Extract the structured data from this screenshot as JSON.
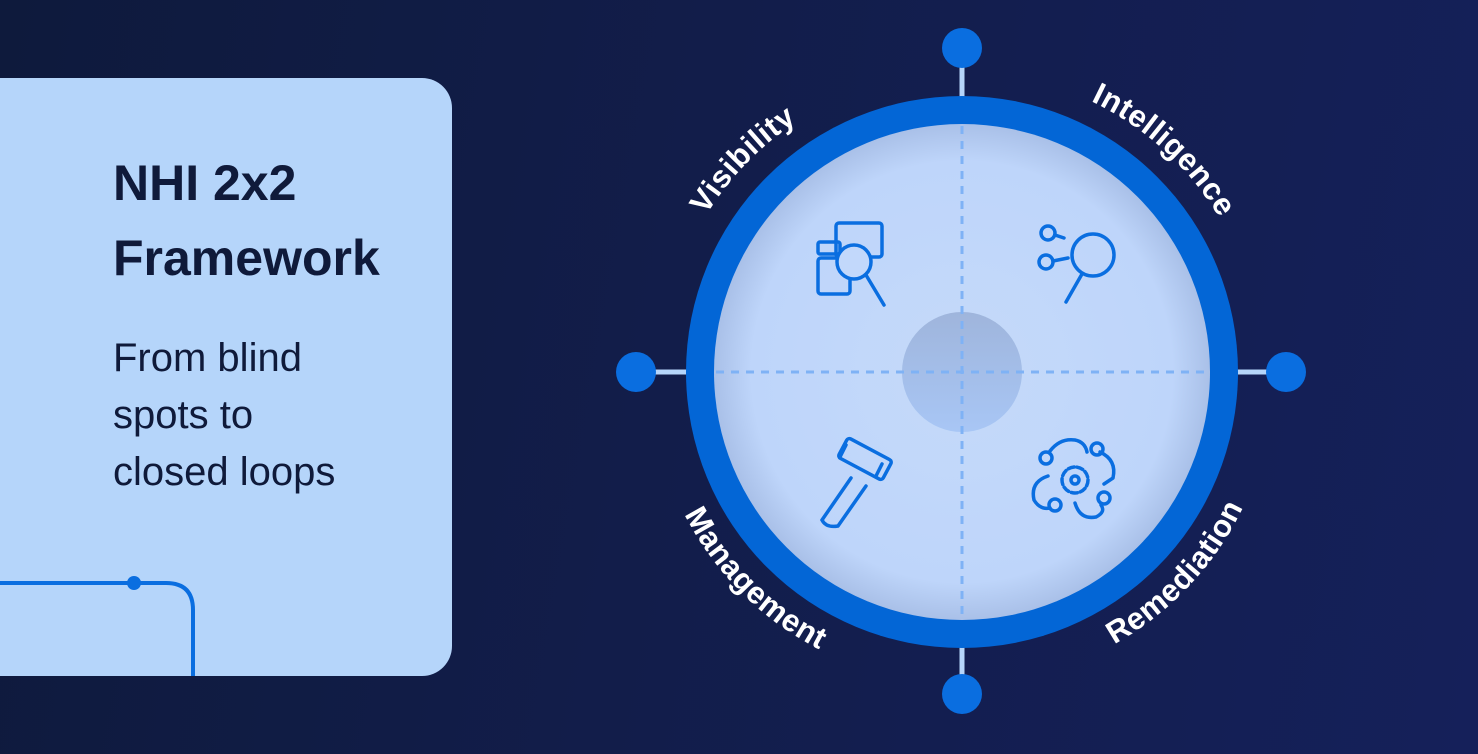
{
  "card": {
    "title_line1": "NHI 2x2",
    "title_line2": "Framework",
    "subtitle_line1": "From blind",
    "subtitle_line2": "spots to",
    "subtitle_line3": "closed loops"
  },
  "wheel": {
    "quadrants": [
      {
        "label": "Visibility",
        "icon": "search-documents-icon"
      },
      {
        "label": "Intelligence",
        "icon": "magnifier-nodes-icon"
      },
      {
        "label": "Management",
        "icon": "hammer-icon"
      },
      {
        "label": "Remediation",
        "icon": "gear-cycle-icon"
      }
    ]
  },
  "colors": {
    "background": "#121d4a",
    "card": "#b5d5fa",
    "accent": "#0a6ee0",
    "ring": "#0366d6",
    "inner": "#c2d8fb",
    "text_dark": "#0f1a3a"
  }
}
